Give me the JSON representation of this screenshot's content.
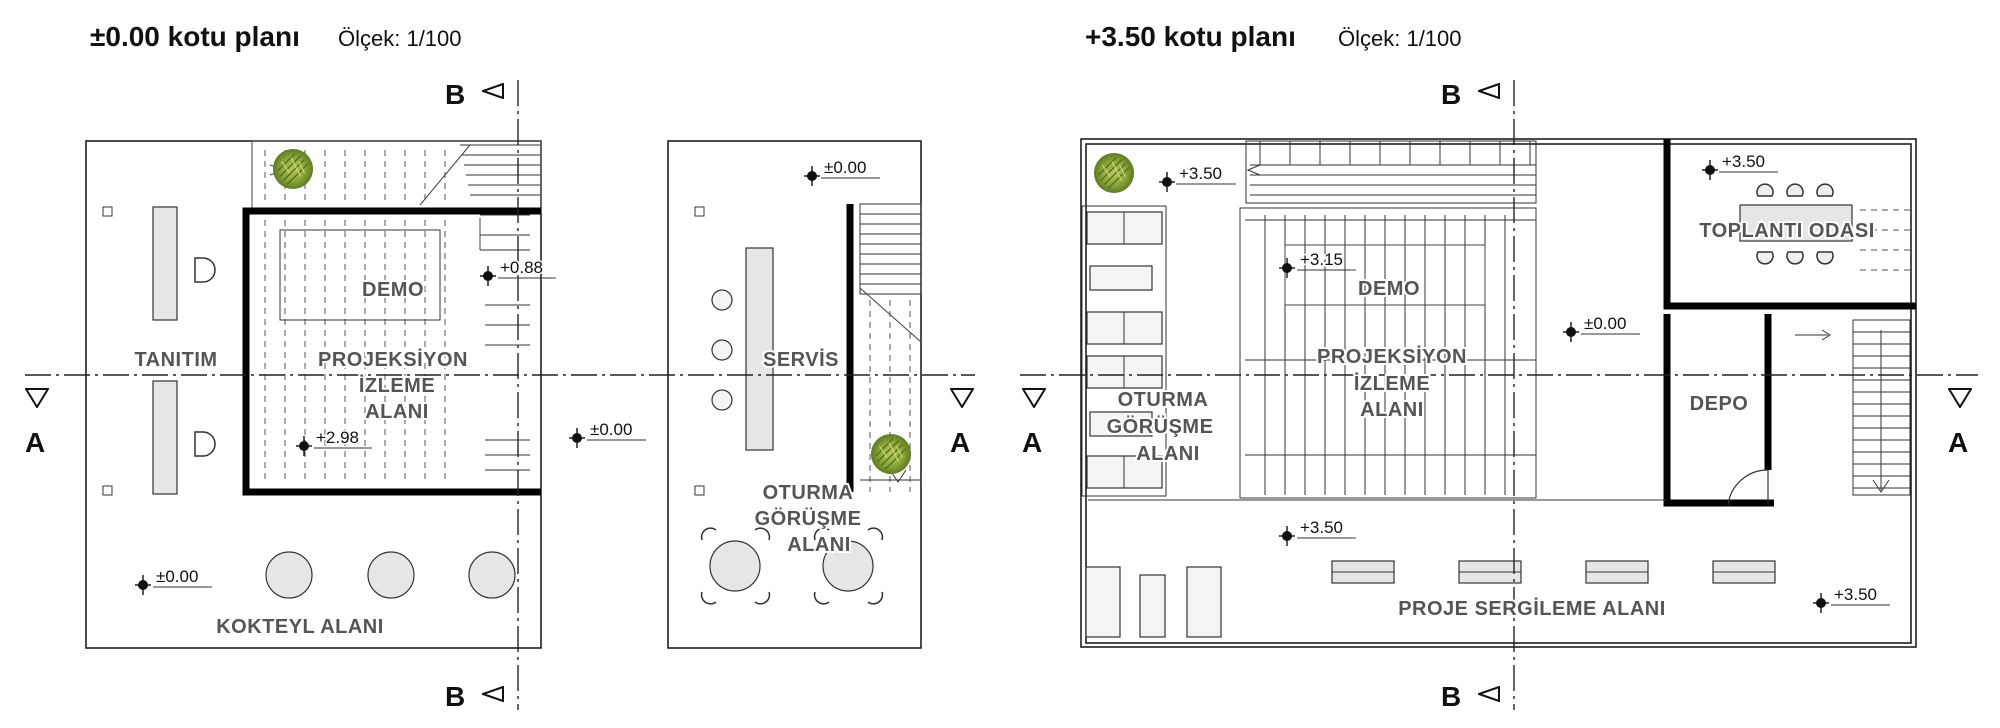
{
  "plans": [
    {
      "title": "±0.00 kotu planı",
      "scale": "Ölçek: 1/100",
      "rooms": {
        "tanitim": "TANITIM",
        "projeksiyon_1": "PROJEKSİYON",
        "projeksiyon_2": "İZLEME",
        "projeksiyon_3": "ALANI",
        "demo": "DEMO",
        "servis": "SERVİS",
        "oturma_1": "OTURMA",
        "oturma_2": "GÖRÜŞME",
        "oturma_3": "ALANI",
        "kokteyl": "KOKTEYL ALANI"
      },
      "levels": {
        "demo": "+0.88",
        "projection": "+2.98",
        "outside": "±0.00",
        "cocktail": "±0.00",
        "service": "±0.00"
      }
    },
    {
      "title": "+3.50 kotu planı",
      "scale": "Ölçek: 1/100",
      "rooms": {
        "oturma_1": "OTURMA",
        "oturma_2": "GÖRÜŞME",
        "oturma_3": "ALANI",
        "demo": "DEMO",
        "projeksiyon_1": "PROJEKSİYON",
        "projeksiyon_2": "İZLEME",
        "projeksiyon_3": "ALANI",
        "toplanti": "TOPLANTI ODASI",
        "depo": "DEPO",
        "proje": "PROJE SERGİLEME ALANI"
      },
      "levels": {
        "top_left": "+3.50",
        "demo": "+3.15",
        "middle": "±0.00",
        "meeting": "+3.50",
        "corridor": "+3.50",
        "bottom_right": "+3.50"
      }
    }
  ],
  "section_marks": {
    "a": "A",
    "b": "B"
  },
  "colors": {
    "ink": "#111111",
    "room_label": "#555555",
    "tree": "#8aa63a"
  },
  "icons": [
    "level-marker-icon",
    "section-arrow-icon",
    "tree-icon",
    "stair-arrow-icon"
  ]
}
